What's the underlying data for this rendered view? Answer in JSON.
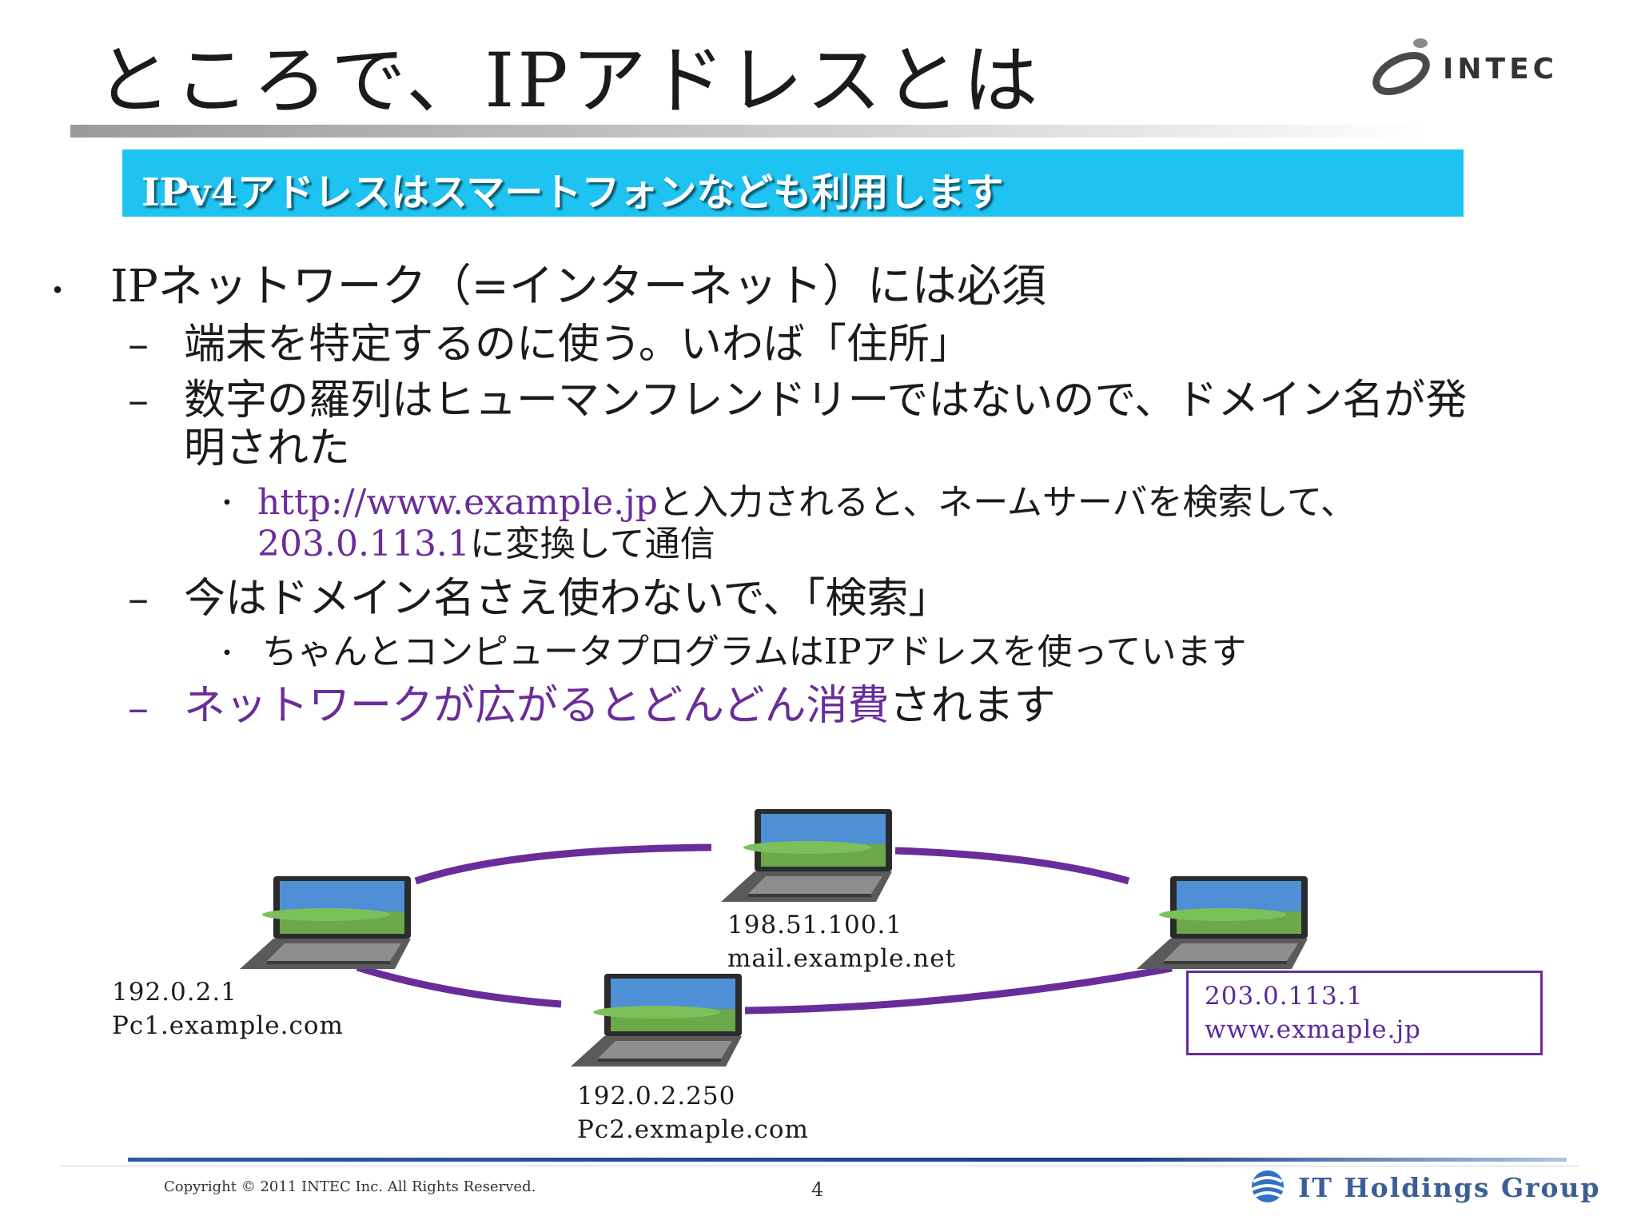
{
  "slide": {
    "title": "ところで、IPアドレスとは",
    "banner": "IPv4アドレスはスマートフォンなども利用します",
    "logo_text": "INTEC"
  },
  "bullets": {
    "b1_mark": "・",
    "b1": "IPネットワーク（=インターネット）には必須",
    "dash": "–",
    "b1_1": "端末を特定するのに使う。いわば「住所」",
    "b1_2_line1": "数字の羅列はヒューマンフレンドリーではないので、ドメイン名が発",
    "b1_2_line2": "明された",
    "b1_2_1_mark": "・",
    "b1_2_1_url": "http://www.example.jp",
    "b1_2_1_text": "と入力されると、ネームサーバを検索して、",
    "b1_2_1_ip": "203.0.113.1",
    "b1_2_1_text2": "に変換して通信",
    "b1_3": "今はドメイン名さえ使わないで、「検索」",
    "b1_3_1_mark": "・",
    "b1_3_1": "ちゃんとコンピュータプログラムはIPアドレスを使っています",
    "b1_4_purple": "ネットワークが広がるとどんどん消費",
    "b1_4_rest": "されます"
  },
  "diagram": {
    "pc1": {
      "ip": "192.0.2.1",
      "host": "Pc1.example.com"
    },
    "mail": {
      "ip": "198.51.100.1",
      "host": "mail.example.net"
    },
    "pc2": {
      "ip": "192.0.2.250",
      "host": "Pc2.exmaple.com"
    },
    "web": {
      "ip": "203.0.113.1",
      "host": "www.exmaple.jp"
    },
    "link_color": "#6a2c9a"
  },
  "footer": {
    "copyright": "Copyright © 2011 INTEC Inc. All Rights Reserved.",
    "page_number": "4",
    "group": "IT Holdings Group"
  }
}
